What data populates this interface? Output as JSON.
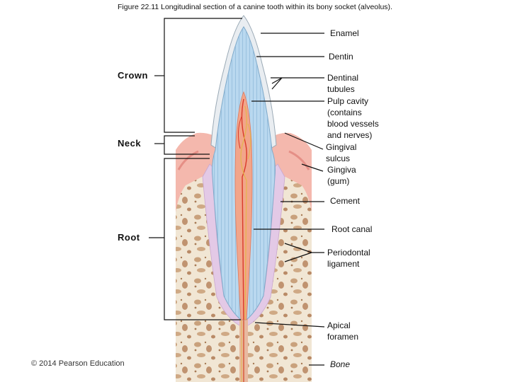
{
  "title": "Figure 22.11 Longitudinal section of a canine tooth within its bony socket (alveolus).",
  "regions": {
    "crown": "Crown",
    "neck": "Neck",
    "root": "Root"
  },
  "labels": {
    "enamel": "Enamel",
    "dentin": "Dentin",
    "dentinal_tubules": [
      "Dentinal",
      "tubules"
    ],
    "pulp_cavity": [
      "Pulp cavity",
      "(contains",
      "blood vessels",
      "and nerves)"
    ],
    "gingival_sulcus": [
      "Gingival",
      "sulcus"
    ],
    "gingiva": [
      "Gingiva",
      "(gum)"
    ],
    "cement": "Cement",
    "root_canal": "Root canal",
    "periodontal_ligament": [
      "Periodontal",
      "ligament"
    ],
    "apical_foramen": [
      "Apical",
      "foramen"
    ],
    "bone": "Bone"
  },
  "copyright": "© 2014 Pearson Education",
  "colors": {
    "dentin": "#b9d8ef",
    "enamel": "#e9edf1",
    "pulp": "#f2a58a",
    "gingiva": "#f4b8ad",
    "bone": "#f1e6d4",
    "bone_spots": "#c9a17c",
    "ligament": "#e3c9e6",
    "nerve": "#e3b64a"
  }
}
